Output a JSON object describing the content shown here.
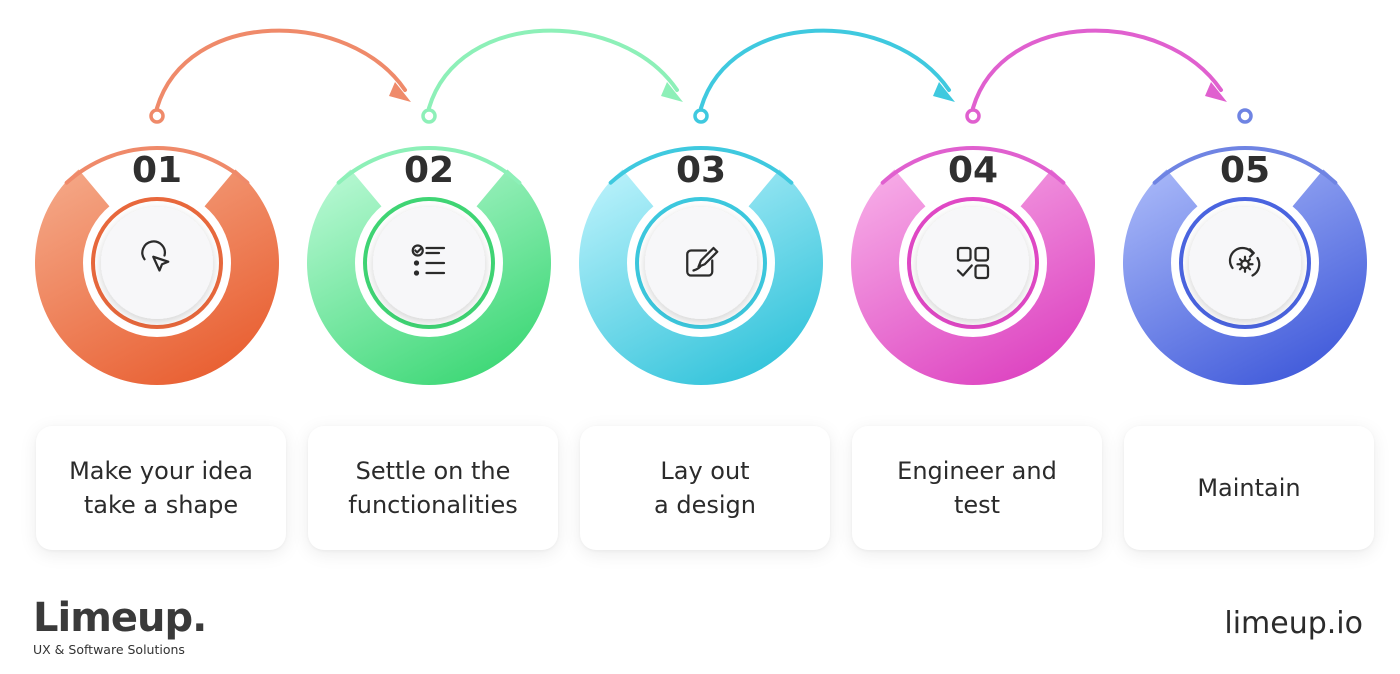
{
  "steps": [
    {
      "number": "01",
      "label": "Make your idea\ntake a shape",
      "icon": "cursor-select-icon",
      "color_light": "#f4a584",
      "color_dark": "#e85c2e",
      "ring": "#e8683c",
      "arc": "#ef8a6a"
    },
    {
      "number": "02",
      "label": "Settle on the\nfunctionalities",
      "icon": "checklist-icon",
      "color_light": "#b3f7d0",
      "color_dark": "#38d672",
      "ring": "#3fd574",
      "arc": "#8df0b8"
    },
    {
      "number": "03",
      "label": "Lay out\na design",
      "icon": "edit-design-icon",
      "color_light": "#b5f0fa",
      "color_dark": "#2cc1d9",
      "ring": "#3cc8de",
      "arc": "#3fc9df"
    },
    {
      "number": "04",
      "label": "Engineer and\ntest",
      "icon": "app-grid-check-icon",
      "color_light": "#f6a9e6",
      "color_dark": "#dc3fbf",
      "ring": "#e048c5",
      "arc": "#e060cf"
    },
    {
      "number": "05",
      "label": "Maintain",
      "icon": "settings-refresh-icon",
      "color_light": "#a4b4f7",
      "color_dark": "#3d57d9",
      "ring": "#4a64e0",
      "arc": "#6f84e3"
    }
  ],
  "brand": {
    "name": "Limeup.",
    "tagline": "UX & Software Solutions"
  },
  "website": "limeup.io"
}
